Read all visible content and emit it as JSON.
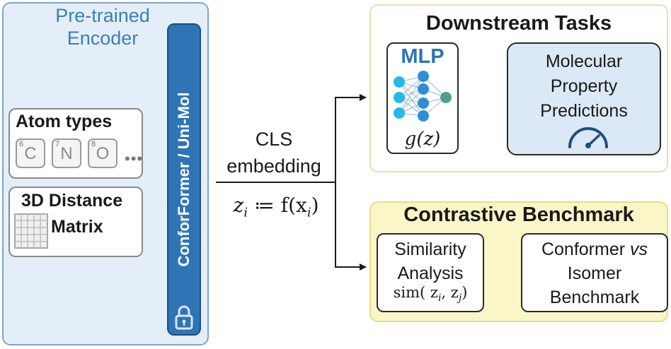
{
  "encoder": {
    "title": "Pre-trained Encoder",
    "model_label": "ConforFormer / Uni-Mol",
    "lock_icon": "lock-icon"
  },
  "atom_types": {
    "title": "Atom types",
    "atoms": [
      {
        "number": "6",
        "symbol": "C"
      },
      {
        "number": "7",
        "symbol": "N"
      },
      {
        "number": "8",
        "symbol": "O"
      }
    ],
    "ellipsis": "•••"
  },
  "distance_matrix": {
    "title_line1": "3D Distance",
    "title_line2": "Matrix"
  },
  "embedding": {
    "label_line1": "CLS",
    "label_line2": "embedding",
    "formula_lhs": "z",
    "formula_sub": "i",
    "formula_rhs": "≔ f(x",
    "formula_close": ")"
  },
  "downstream": {
    "title": "Downstream Tasks",
    "mlp_label": "MLP",
    "mlp_function": "g(z)",
    "property_line1": "Molecular",
    "property_line2": "Property",
    "property_line3": "Predictions"
  },
  "contrastive": {
    "title": "Contrastive Benchmark",
    "similarity_line1": "Similarity",
    "similarity_line2": "Analysis",
    "sim_formula": "sim( z",
    "sim_sub_i": "i",
    "sim_mid": ", z",
    "sim_sub_j": "j",
    "sim_close": ")",
    "benchmark_line1": "Conformer",
    "benchmark_vs": "vs",
    "benchmark_line2": "Isomer",
    "benchmark_line3": "Benchmark"
  },
  "colors": {
    "encoder_bg": "#e4eef8",
    "bar_blue": "#2f74b5",
    "node_blue": "#2f8fd6",
    "node_cyan": "#29b6e8",
    "node_green": "#4f9e8f",
    "contrastive_bg": "#fbf6c8"
  }
}
